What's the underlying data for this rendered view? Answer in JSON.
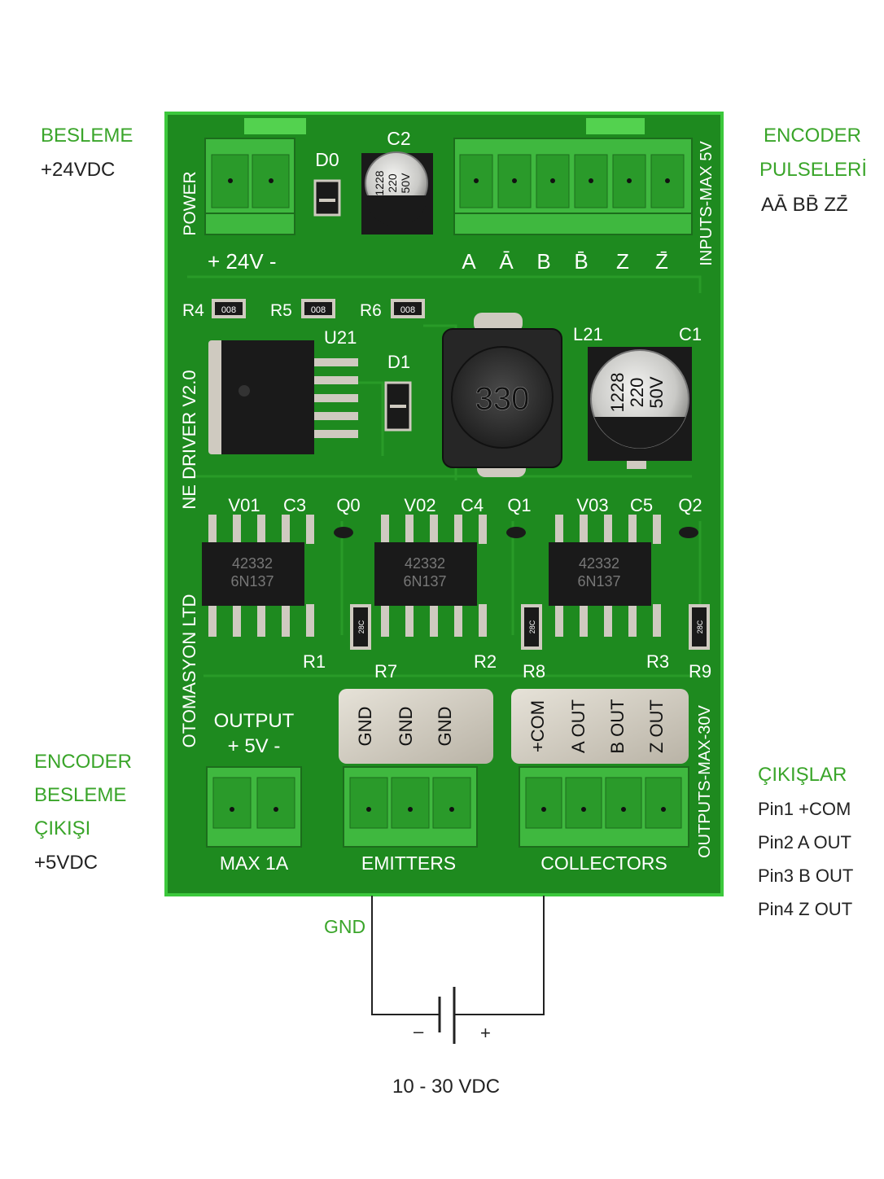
{
  "colors": {
    "accent_green": "#3aa52a",
    "pcb_green": "#1e8a1f",
    "pcb_edge": "#3cc83c",
    "terminal_green": "#3fb83f",
    "silkscreen": "#ffffff",
    "pad_silver": "#cfcac0"
  },
  "side_labels": {
    "left": [
      {
        "key": "besleme_title",
        "text": "BESLEME",
        "tone": "green"
      },
      {
        "key": "besleme_value",
        "text": "+24VDC",
        "tone": "black"
      },
      {
        "key": "enc_besleme_1",
        "text": "ENCODER",
        "tone": "green"
      },
      {
        "key": "enc_besleme_2",
        "text": "BESLEME",
        "tone": "green"
      },
      {
        "key": "enc_besleme_3",
        "text": "ÇIKIŞI",
        "tone": "green"
      },
      {
        "key": "enc_besleme_value",
        "text": "+5VDC",
        "tone": "black"
      }
    ],
    "right": [
      {
        "key": "encoder_title",
        "text": "ENCODER",
        "tone": "green"
      },
      {
        "key": "pulseleri",
        "text": "PULSELERİ",
        "tone": "green"
      },
      {
        "key": "pulse_names",
        "text": "AĀ BB̄ ZZ̄",
        "tone": "black"
      },
      {
        "key": "cikislar",
        "text": "ÇIKIŞLAR",
        "tone": "green"
      },
      {
        "key": "pin1",
        "text": "Pin1  +COM",
        "tone": "black"
      },
      {
        "key": "pin2",
        "text": "Pin2  A OUT",
        "tone": "black"
      },
      {
        "key": "pin3",
        "text": "Pin3  B OUT",
        "tone": "black"
      },
      {
        "key": "pin4",
        "text": "Pin4  Z OUT",
        "tone": "black"
      }
    ]
  },
  "board": {
    "power_label": "POWER",
    "power_polarity": "+ 24V -",
    "inputs_label": "INPUTS-MAX 5V",
    "input_pins": [
      "A",
      "Ā",
      "B",
      "B̄",
      "Z",
      "Z̄"
    ],
    "driver_label": "NE DRIVER V2.0",
    "company_label": "OTOMASYON LTD",
    "outputs_label": "OUTPUTS-MAX-30V",
    "output_title": "OUTPUT",
    "output_polarity": "+ 5V -",
    "max_label": "MAX 1A",
    "emitters_label": "EMITTERS",
    "collectors_label": "COLLECTORS",
    "gnd_pads": [
      "GND",
      "GND",
      "GND"
    ],
    "collector_pads": [
      "+COM",
      "A OUT",
      "B OUT",
      "Z OUT"
    ],
    "refs": {
      "d0": "D0",
      "c2": "C2",
      "r4": "R4",
      "r5": "R5",
      "r6": "R6",
      "u21": "U21",
      "d1": "D1",
      "l21": "L21",
      "c1": "C1",
      "v01": "V01",
      "c3": "C3",
      "q0": "Q0",
      "v02": "V02",
      "c4": "C4",
      "q1": "Q1",
      "v03": "V03",
      "c5": "C5",
      "q2": "Q2",
      "r1": "R1",
      "r7": "R7",
      "r2": "R2",
      "r8": "R8",
      "r3": "R3",
      "r9": "R9"
    },
    "resistor_code": "008",
    "small_resistor_code": "28C",
    "inductor_value": "330",
    "cap_text": [
      "1228",
      "220",
      "50V"
    ],
    "ic_text": [
      "42332",
      "6N137"
    ]
  },
  "circuit": {
    "gnd_label": "GND",
    "minus": "–",
    "plus": "+",
    "voltage": "10 - 30 VDC"
  }
}
